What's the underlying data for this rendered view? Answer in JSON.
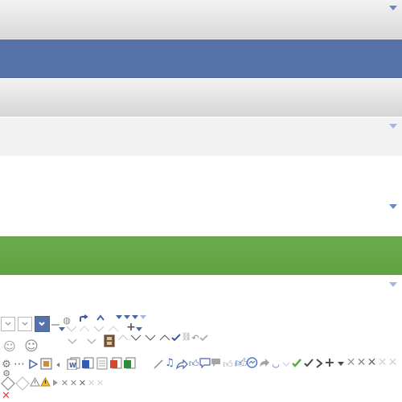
{
  "colors": {
    "band_gray": "#d9d9d9",
    "band_blue": "#5672a8",
    "band_green": "#65a548",
    "accent_blue": "#6b86c4",
    "like_blue": "#4b7bd0",
    "check_green": "#57b043",
    "delete_red": "#d24a4a"
  },
  "sprites": {
    "rows": [
      [
        "checkbox-empty",
        "checkbox-empty",
        "checkbox-checked",
        "dash",
        "globe",
        "share-arrow",
        "chevron-up",
        "triangles-down"
      ],
      [
        "triangle-down",
        "chevron-outlines",
        "plus-dropdown"
      ],
      [
        "smiley",
        "smiley",
        "chevron-down",
        "chevron-down",
        "film-strip",
        "chevron-outlines",
        "checkmark",
        "link",
        "reply",
        "checkmark"
      ],
      [
        "gear",
        "ellipsis",
        "play-outline",
        "photo-frame",
        "speaker",
        "docs-stack",
        "word-doc",
        "plain-doc",
        "pdf-doc",
        "excel-doc",
        "pen",
        "music",
        "share-outline",
        "thumbs-up",
        "speech-bubble",
        "thumbs-up",
        "messenger",
        "share-arrow",
        "smiley",
        "check",
        "chevron-right",
        "plus",
        "triangle-down",
        "close-x",
        "close-x-outline"
      ],
      [
        "diamond",
        "warning",
        "play-small",
        "close-x",
        "close-x-outline"
      ],
      [
        "delete-x-red"
      ]
    ]
  }
}
